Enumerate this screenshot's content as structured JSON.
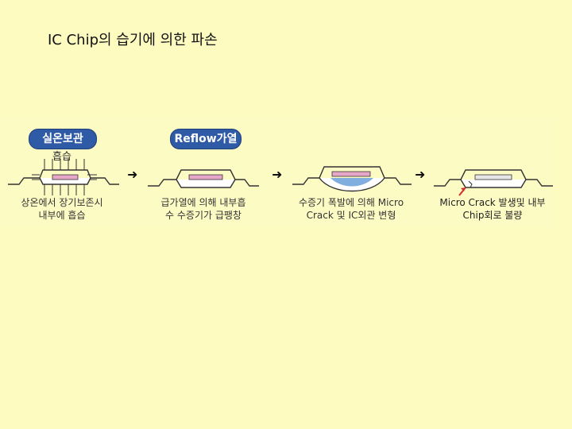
{
  "title": "IC Chip의 습기에 의한 파손",
  "stages": {
    "storage_pill": "실온보관",
    "reflow_pill": "Reflow가열",
    "absorb_label": "흡습"
  },
  "captions": {
    "stage1_line1": "상온에서 장기보존시",
    "stage1_line2": "내부에 흡습",
    "stage2_line1": "급가열에 의해 내부흡",
    "stage2_line2": "수 수증기가 급팽창",
    "stage3_line1": "수증기 폭발에 의해 Micro",
    "stage3_line2": "Crack 및 IC외관 변형",
    "stage4_line1": "Micro Crack 발생및 내부",
    "stage4_line2": "Chip회로 불량"
  },
  "colors": {
    "background": "#fdfbc0",
    "pill": "#2f5aa6",
    "chip_body": "#ffffff",
    "die_pink": "#e6a6c8",
    "die_blue": "#6aa0d8",
    "crack_arrow": "#d03030"
  }
}
